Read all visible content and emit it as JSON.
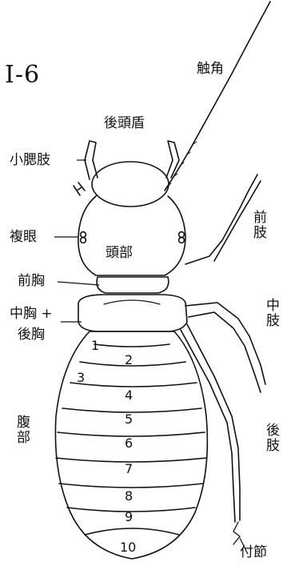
{
  "figure": {
    "id": "I-6"
  },
  "labels": {
    "antenna": "触角",
    "postclypeus": "後頭盾",
    "maxillary_palp": "小腮肢",
    "compound_eye": "複眼",
    "head": "頭部",
    "prothorax": "前胸",
    "meso_metathorax_line1": "中胸 +",
    "meso_metathorax_line2": "後胸",
    "foreleg": "前肢",
    "midleg": "中肢",
    "hindleg": "後肢",
    "abdomen": "腹部",
    "tarsus": "付節"
  },
  "segments": [
    "1",
    "2",
    "3",
    "4",
    "5",
    "6",
    "7",
    "8",
    "9",
    "10"
  ],
  "colors": {
    "ink": "#111111",
    "paper": "#ffffff"
  }
}
